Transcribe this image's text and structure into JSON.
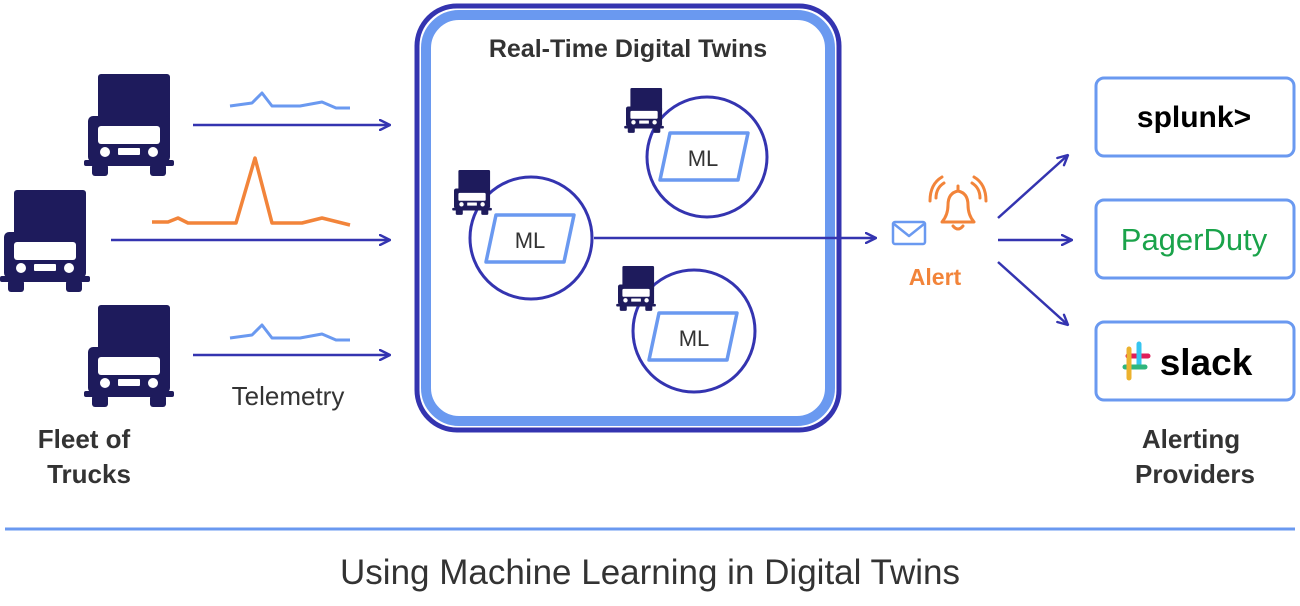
{
  "title": "Using Machine Learning in Digital Twins",
  "fleet": {
    "label_line1": "Fleet of",
    "label_line2": "Trucks"
  },
  "telemetry": {
    "label": "Telemetry"
  },
  "twins": {
    "title": "Real-Time Digital Twins",
    "ml_label": "ML"
  },
  "alert": {
    "label": "Alert"
  },
  "providers": {
    "label_line1": "Alerting",
    "label_line2": "Providers",
    "items": [
      {
        "name": "splunk>"
      },
      {
        "name": "PagerDuty"
      },
      {
        "name": "slack"
      }
    ]
  },
  "colors": {
    "navy": "#1e1b5c",
    "indigo": "#3434b0",
    "light_blue": "#6a99f0",
    "orange": "#f2843a",
    "pagerduty_green": "#1aa34a",
    "text_dark": "#333333"
  },
  "icons": [
    "truck-icon",
    "envelope-icon",
    "bell-icon",
    "slack-logo-icon"
  ]
}
